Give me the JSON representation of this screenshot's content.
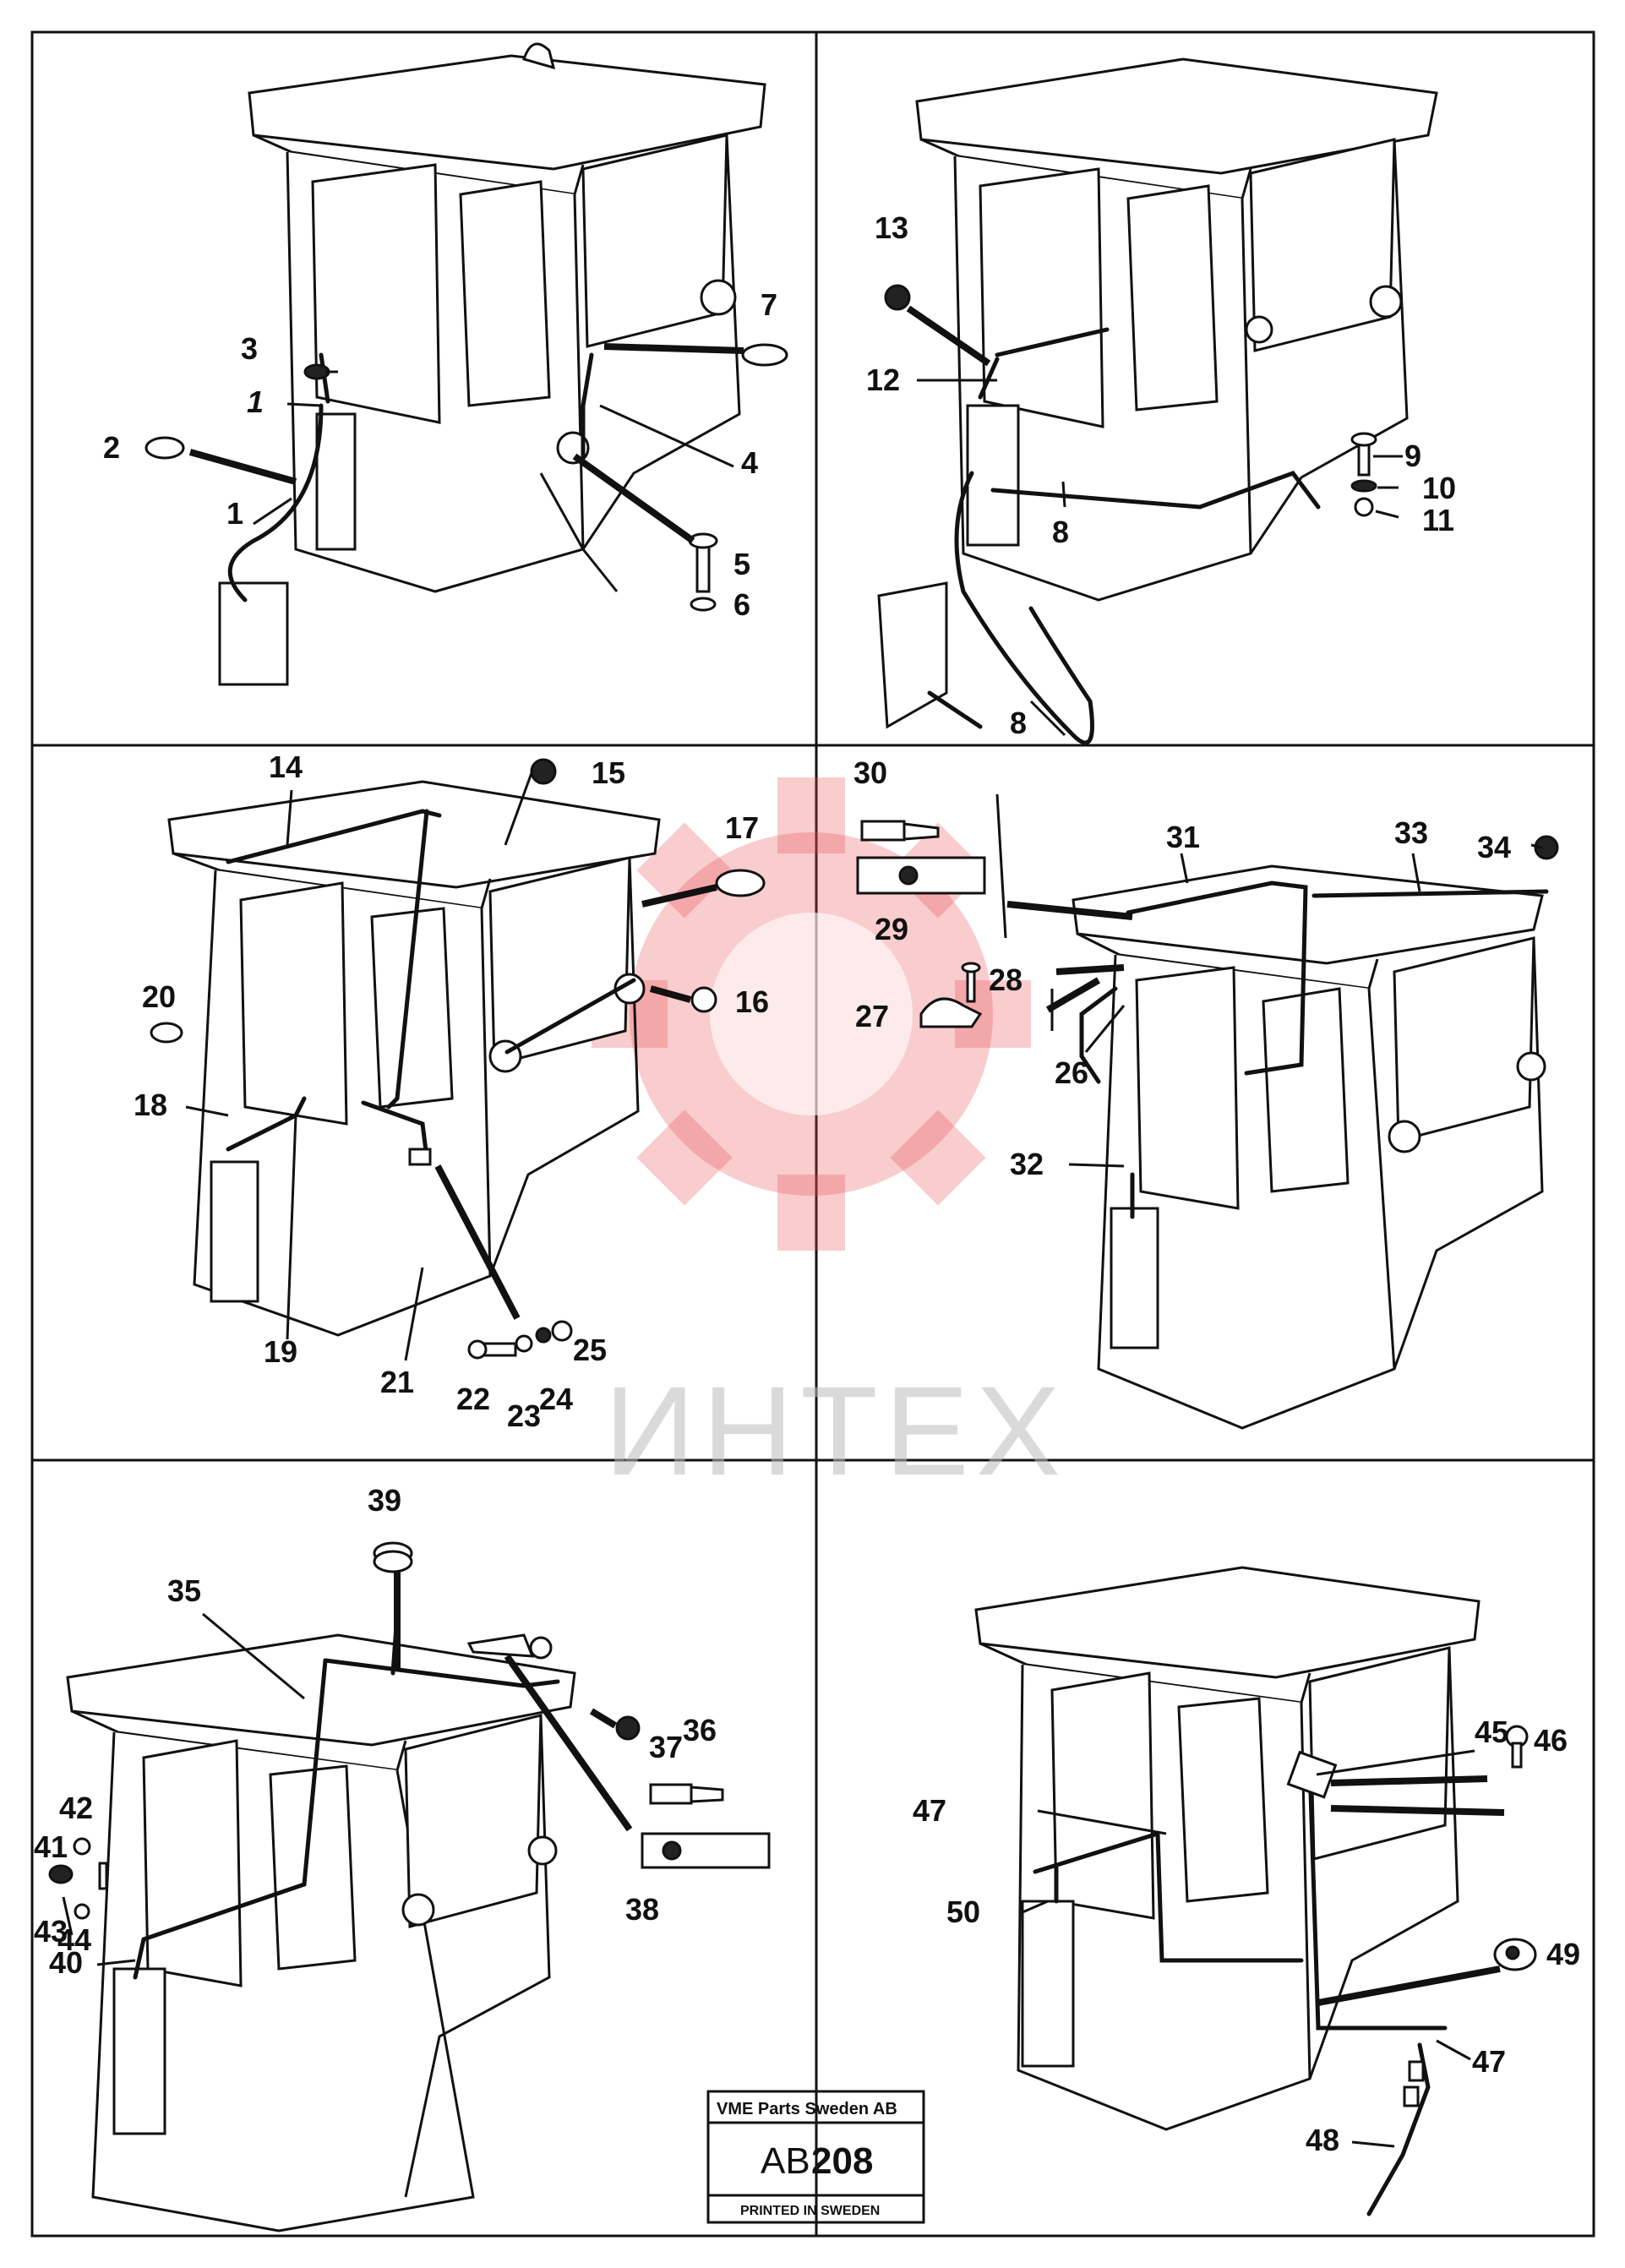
{
  "title_block": {
    "company": "VME Parts Sweden AB",
    "code_prefix": "AB",
    "code_number": "208",
    "printed": "PRINTED IN SWEDEN"
  },
  "watermark": {
    "text": "ИНТЕХ"
  },
  "panels": {
    "p1": [
      "1",
      "1",
      "2",
      "3",
      "4",
      "5",
      "6",
      "7"
    ],
    "p2": [
      "8",
      "8",
      "9",
      "10",
      "11",
      "12",
      "13"
    ],
    "p3": [
      "14",
      "15",
      "16",
      "17",
      "18",
      "19",
      "20",
      "21",
      "22",
      "23",
      "24",
      "25"
    ],
    "p4": [
      "26",
      "27",
      "28",
      "29",
      "30",
      "31",
      "32",
      "33",
      "34"
    ],
    "p5": [
      "35",
      "36",
      "37",
      "38",
      "39",
      "40",
      "41",
      "42",
      "43",
      "44"
    ],
    "p6": [
      "45",
      "46",
      "47",
      "47",
      "48",
      "49",
      "50"
    ]
  }
}
